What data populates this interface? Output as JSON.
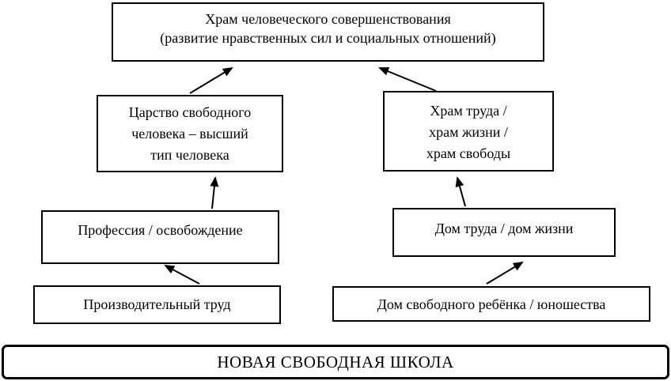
{
  "colors": {
    "line": "#000000",
    "background": "#ffffff"
  },
  "nodes": {
    "temple_of_perfection": {
      "lines": [
        "Храм человеческого совершенствования",
        "(развитие нравственных сил и социальных отношений)"
      ]
    },
    "kingdom_of_free_man": {
      "lines": [
        "Царство свободного",
        "человека – высший",
        "тип человека"
      ]
    },
    "temples_of_labor_life_freedom": {
      "lines": [
        "Храм труда /",
        "храм жизни /",
        "храм свободы"
      ]
    },
    "profession_liberation": {
      "lines": [
        "Профессия / освобождение"
      ]
    },
    "house_of_labor_life": {
      "lines": [
        "Дом труда / дом жизни"
      ]
    },
    "productive_labor": {
      "lines": [
        "Производительный труд"
      ]
    },
    "house_of_free_child": {
      "lines": [
        "Дом свободного ребёнка / юношества"
      ]
    },
    "new_free_school": {
      "lines": [
        "НОВАЯ СВОБОДНАЯ ШКОЛА"
      ]
    }
  }
}
